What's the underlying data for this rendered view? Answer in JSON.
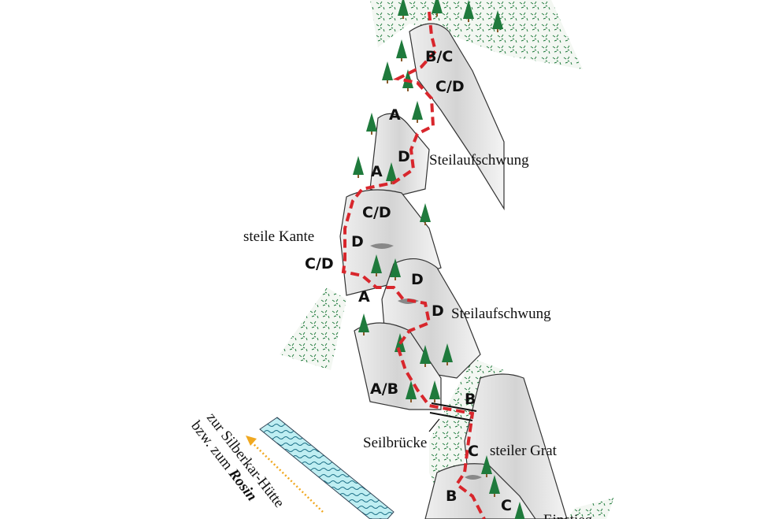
{
  "colors": {
    "route": "#d8262c",
    "tree": "#1f7a3c",
    "rock": "#d9d9d9",
    "water": "#9fe0e8",
    "arrow": "#f0a820"
  },
  "grades": [
    {
      "id": "g1",
      "text": "B/C"
    },
    {
      "id": "g2",
      "text": "C/D"
    },
    {
      "id": "g3",
      "text": "A"
    },
    {
      "id": "g4",
      "text": "D"
    },
    {
      "id": "g5",
      "text": "A"
    },
    {
      "id": "g6",
      "text": "C/D"
    },
    {
      "id": "g7",
      "text": "D"
    },
    {
      "id": "g8",
      "text": "C/D"
    },
    {
      "id": "g9",
      "text": "D"
    },
    {
      "id": "g10",
      "text": "A"
    },
    {
      "id": "g11",
      "text": "D"
    },
    {
      "id": "g12",
      "text": "A/B"
    },
    {
      "id": "g13",
      "text": "B"
    },
    {
      "id": "g14",
      "text": "C"
    },
    {
      "id": "g15",
      "text": "B"
    },
    {
      "id": "g16",
      "text": "C"
    }
  ],
  "annotations": {
    "steilaufschwung_1": "Steilaufschwung",
    "steile_kante": "steile Kante",
    "steilaufschwung_2": "Steilaufschwung",
    "seilbruecke": "Seilbrücke",
    "steiler_grat": "steiler Grat",
    "einstieg": "Einstieg"
  },
  "direction": {
    "line1": "zur Silberkar-Hütte",
    "line2_prefix": "bzw. zum ",
    "line2_bold": "Rosin"
  }
}
